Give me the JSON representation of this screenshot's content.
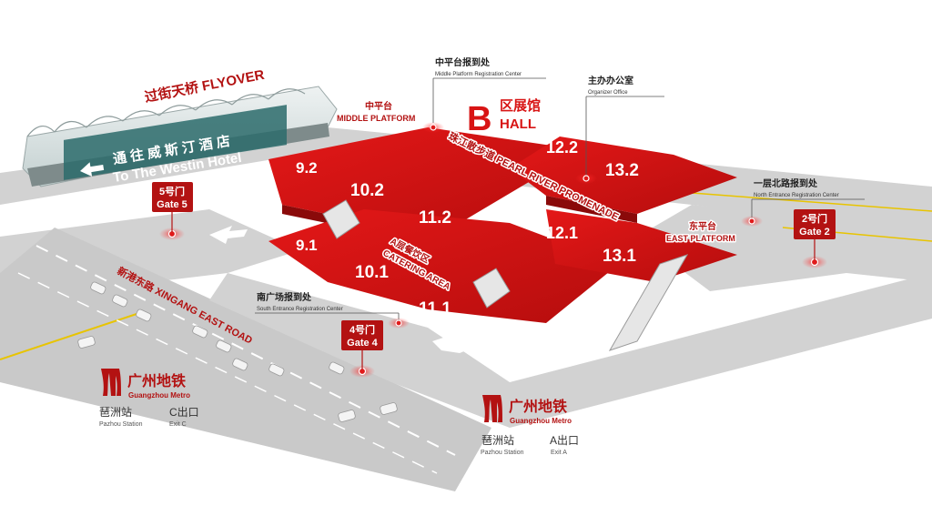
{
  "colors": {
    "hall_red": "#d81414",
    "hall_red_dark": "#a90c0c",
    "label_red": "#b31212",
    "road_gray": "#d0d0d0",
    "road_edge": "#b7b7b7",
    "lane_yellow": "#e8c400",
    "pin_red": "#e01b1b"
  },
  "flyover": {
    "label": "过街天桥 FLYOVER"
  },
  "westin": {
    "line_cn": "通 往 威 斯 汀 酒 店",
    "line_en": "To The Westin Hotel",
    "arrow_icon": "arrow-left-icon"
  },
  "hall_b": {
    "letter": "B",
    "label_cn": "区展馆",
    "label_en": "HALL"
  },
  "middle_platform": {
    "cn": "中平台",
    "en": "MIDDLE PLATFORM"
  },
  "middle_registration": {
    "cn": "中平台报到处",
    "en": "Middle Platform Registration Center"
  },
  "organizer_office": {
    "cn": "主办办公室",
    "en": "Organizer Office"
  },
  "pearl_river": {
    "label": "珠江散步道 PEARL RIVER PROMENADE"
  },
  "north_registration": {
    "cn": "一层北路报到处",
    "en": "North Entrance Registration Center"
  },
  "east_platform": {
    "cn": "东平台",
    "en": "EAST PLATFORM"
  },
  "gate5": {
    "cn": "5号门",
    "en": "Gate 5"
  },
  "gate2": {
    "cn": "2号门",
    "en": "Gate 2"
  },
  "gate4": {
    "cn": "4号门",
    "en": "Gate 4"
  },
  "south_registration": {
    "cn": "南广场报到处",
    "en": "South Entrance Registration Center"
  },
  "catering": {
    "cn": "A层餐饮区",
    "en": "CATERING AREA"
  },
  "road": {
    "label": "新港东路  XINGANG EAST ROAD"
  },
  "halls_upper": [
    "9.2",
    "10.2",
    "11.2",
    "12.2",
    "13.2"
  ],
  "halls_lower": [
    "9.1",
    "10.1",
    "11.1",
    "12.1",
    "13.1"
  ],
  "metro_left": {
    "name_cn": "广州地铁",
    "name_en": "Guangzhou Metro",
    "station_cn": "琶洲站",
    "station_en": "Pazhou Station",
    "exit_cn": "C出口",
    "exit_en": "Exit C",
    "logo_icon": "guangzhou-metro-logo-icon"
  },
  "metro_right": {
    "name_cn": "广州地铁",
    "name_en": "Guangzhou Metro",
    "station_cn": "琶洲站",
    "station_en": "Pazhou Station",
    "exit_cn": "A出口",
    "exit_en": "Exit A",
    "logo_icon": "guangzhou-metro-logo-icon"
  }
}
